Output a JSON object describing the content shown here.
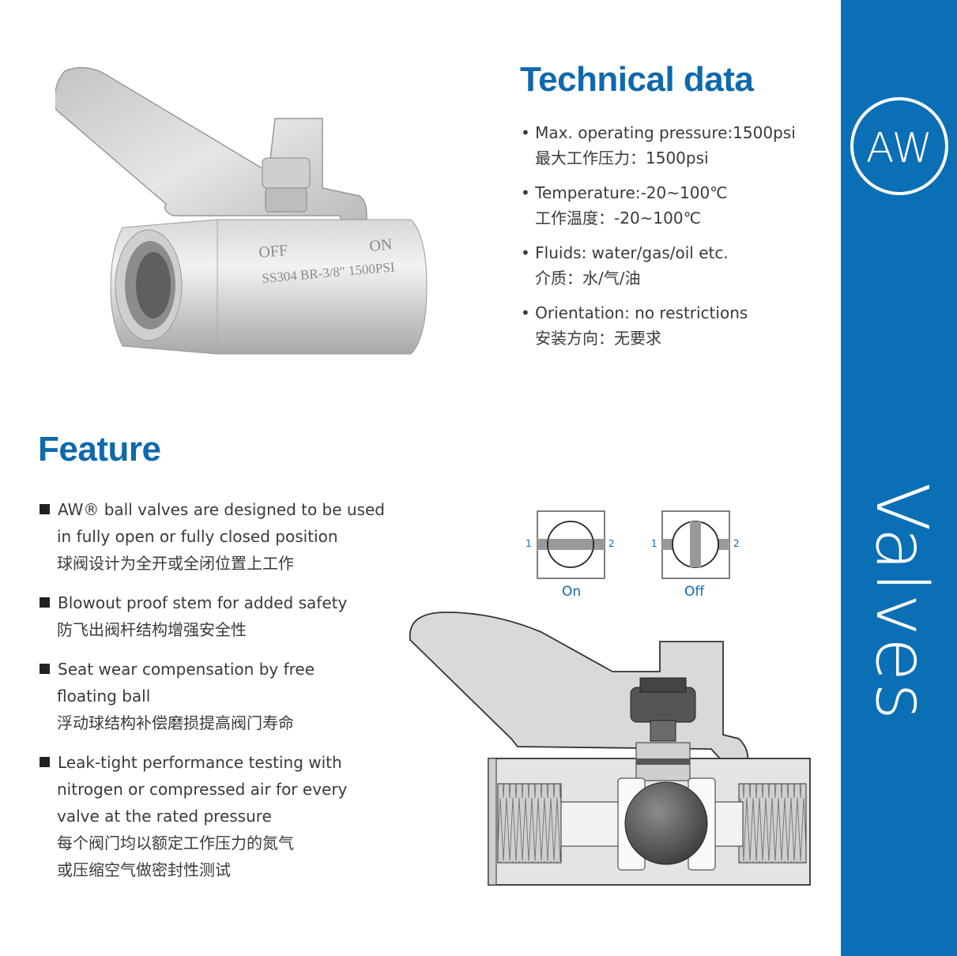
{
  "sidebar": {
    "title": "Valves",
    "logo_text": "AW",
    "color": "#0b6fb6"
  },
  "technical": {
    "heading": "Technical data",
    "items": [
      {
        "en": "Max. operating pressure:1500psi",
        "zh": "最大工作压力：1500psi"
      },
      {
        "en": "Temperature:-20~100℃",
        "zh": "工作温度：-20~100℃"
      },
      {
        "en": "Fluids: water/gas/oil etc.",
        "zh": "介质：水/气/油"
      },
      {
        "en": "Orientation: no restrictions",
        "zh": "安装方向：无要求"
      }
    ]
  },
  "feature": {
    "heading": "Feature",
    "items": [
      {
        "lines": [
          "AW® ball valves are designed to be used",
          "in fully open or fully closed position",
          "球阀设计为全开或全闭位置上工作"
        ]
      },
      {
        "lines": [
          "Blowout proof stem for added safety",
          "防飞出阀杆结构增强安全性"
        ]
      },
      {
        "lines": [
          "Seat wear compensation by free",
          "floating ball",
          "浮动球结构补偿磨损提高阀门寿命"
        ]
      },
      {
        "lines": [
          "Leak-tight performance testing with",
          "nitrogen or compressed air for every",
          "valve at the rated pressure",
          "每个阀门均以额定工作压力的氮气",
          "或压缩空气做密封性测试"
        ]
      }
    ]
  },
  "photo": {
    "marking_off": "OFF",
    "marking_on": "ON",
    "marking_spec": "SS304 BR-3/8\" 1500PSI"
  },
  "schematic": {
    "on_label": "On",
    "off_label": "Off",
    "port_1": "1",
    "port_2": "2"
  },
  "colors": {
    "heading": "#0e69ad",
    "accent": "#0b6fb6"
  }
}
